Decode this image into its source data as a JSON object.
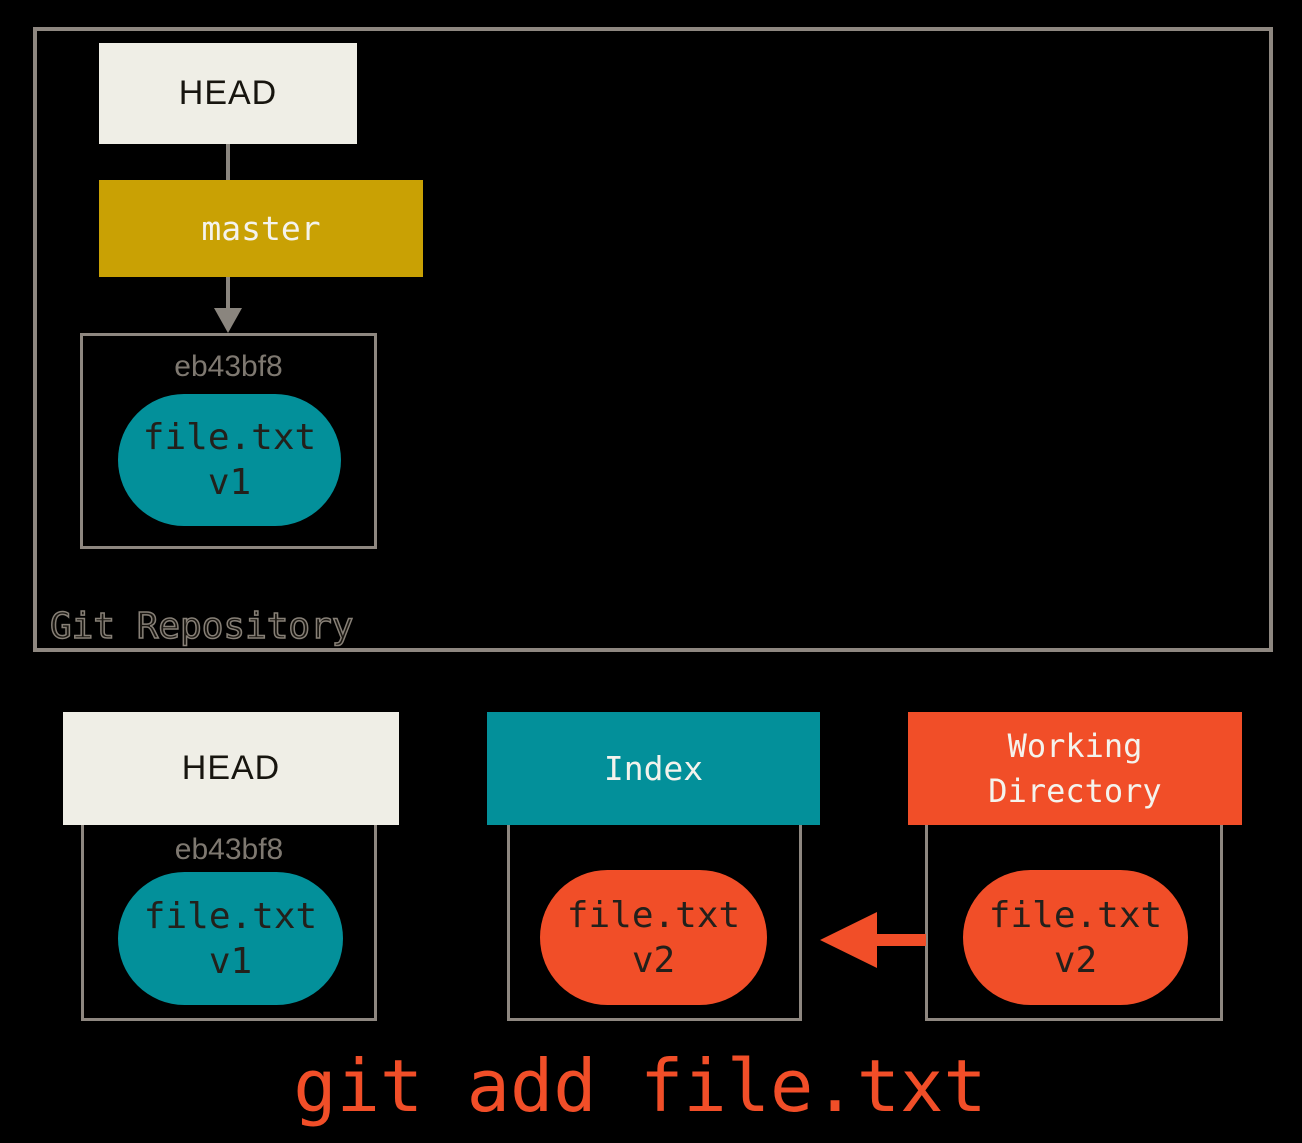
{
  "colors": {
    "background": "#000000",
    "cream": "#efeee6",
    "gold": "#c9a104",
    "teal": "#03909a",
    "orange": "#f14e28",
    "border_grey": "#8e8780",
    "hash_grey": "#7e7870",
    "blob_text": "#23201b",
    "white_text": "#f4f3ed"
  },
  "repository": {
    "label": "Git Repository",
    "head_label": "HEAD",
    "branch_label": "master",
    "commit": {
      "hash": "eb43bf8",
      "file_name": "file.txt",
      "file_version": "v1"
    }
  },
  "bottom": {
    "head": {
      "label": "HEAD",
      "hash": "eb43bf8",
      "file_name": "file.txt",
      "file_version": "v1"
    },
    "index": {
      "label": "Index",
      "file_name": "file.txt",
      "file_version": "v2"
    },
    "working_directory": {
      "label_line1": "Working",
      "label_line2": "Directory",
      "file_name": "file.txt",
      "file_version": "v2"
    }
  },
  "caption": "git add file.txt"
}
